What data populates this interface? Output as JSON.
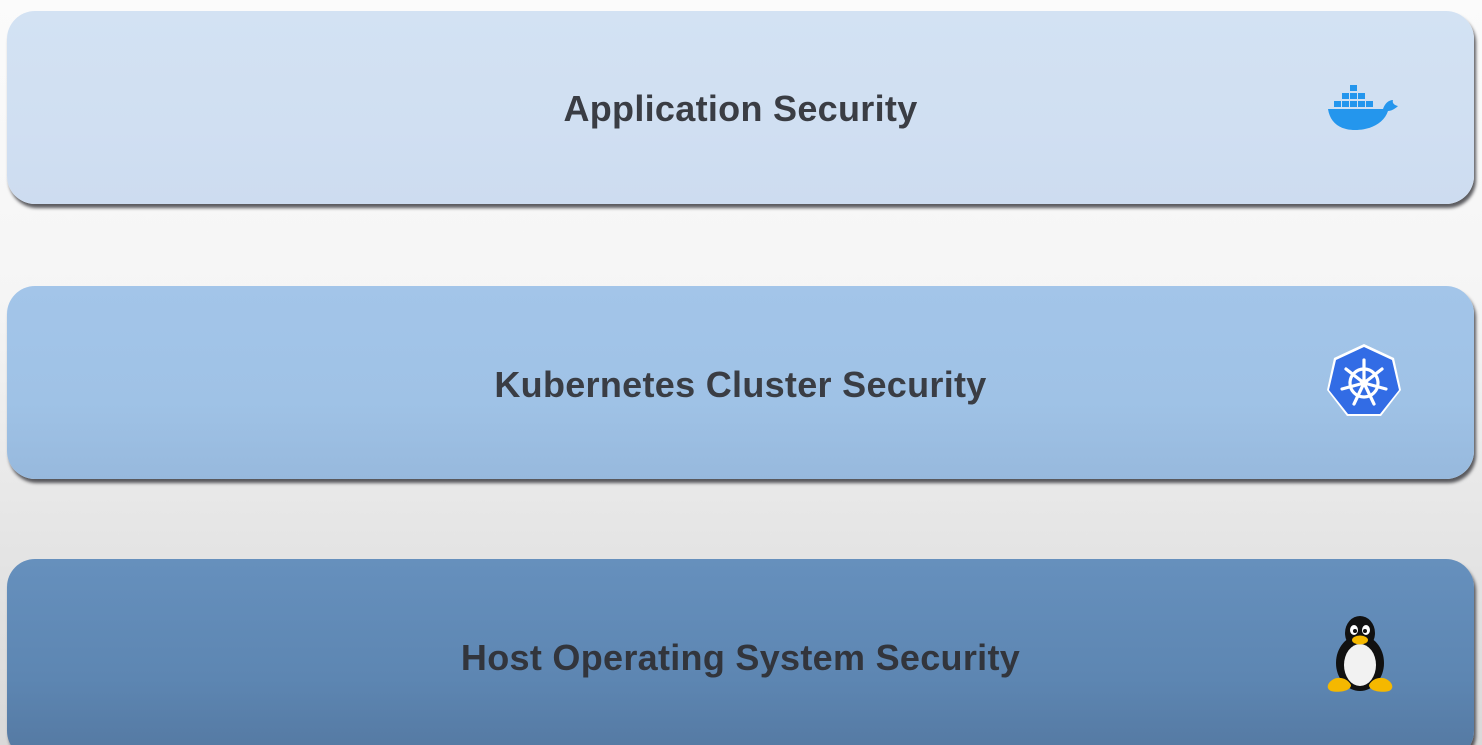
{
  "layers": [
    {
      "label": "Application Security",
      "icon": "docker-icon",
      "color": "#d0dff2"
    },
    {
      "label": "Kubernetes Cluster Security",
      "icon": "kubernetes-icon",
      "color": "#9fc2e6"
    },
    {
      "label": "Host Operating System Security",
      "icon": "linux-tux-icon",
      "color": "#5d86b2"
    }
  ],
  "colors": {
    "text": "#3a3d44",
    "docker_blue": "#2496ed",
    "kubernetes_blue": "#326ce5"
  }
}
